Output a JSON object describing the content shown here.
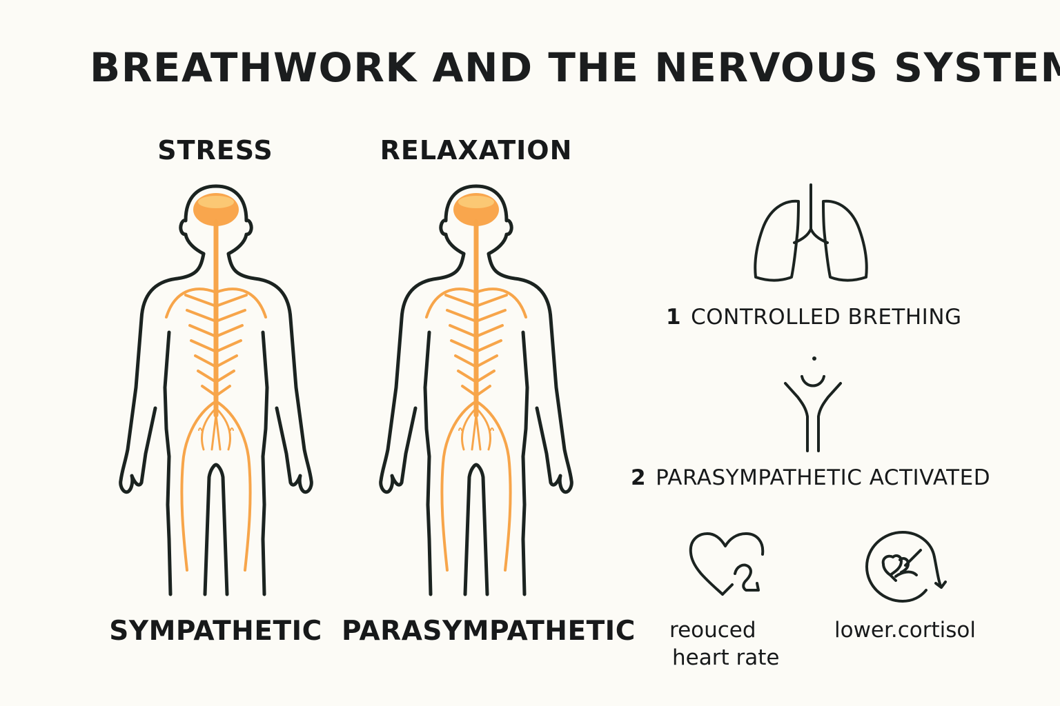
{
  "title": "BREATHWORK AND THE NERVOUS SYSTEM",
  "columns": {
    "stress": {
      "heading": "STRESS",
      "label": "SYMPATHETIC"
    },
    "relaxation": {
      "heading": "RELAXATION",
      "label": "PARASYMPATHETIC"
    }
  },
  "steps": [
    {
      "number": "1",
      "text": "CONTROLLED BRETHING",
      "icon": "lungs-icon"
    },
    {
      "number": "2",
      "text": "PARASYMPATHETIC ACTIVATED",
      "icon": "nerve-icon"
    }
  ],
  "outcomes": [
    {
      "line1": "reouced",
      "line2": "heart rate",
      "icon": "heart-icon"
    },
    {
      "text": "lower.cortisol",
      "icon": "cortisol-icon"
    }
  ],
  "colors": {
    "background": "#fcfbf6",
    "outline": "#1b2320",
    "nerve": "#f7a54a",
    "brain": "#f9a64d",
    "text": "#17191a"
  }
}
